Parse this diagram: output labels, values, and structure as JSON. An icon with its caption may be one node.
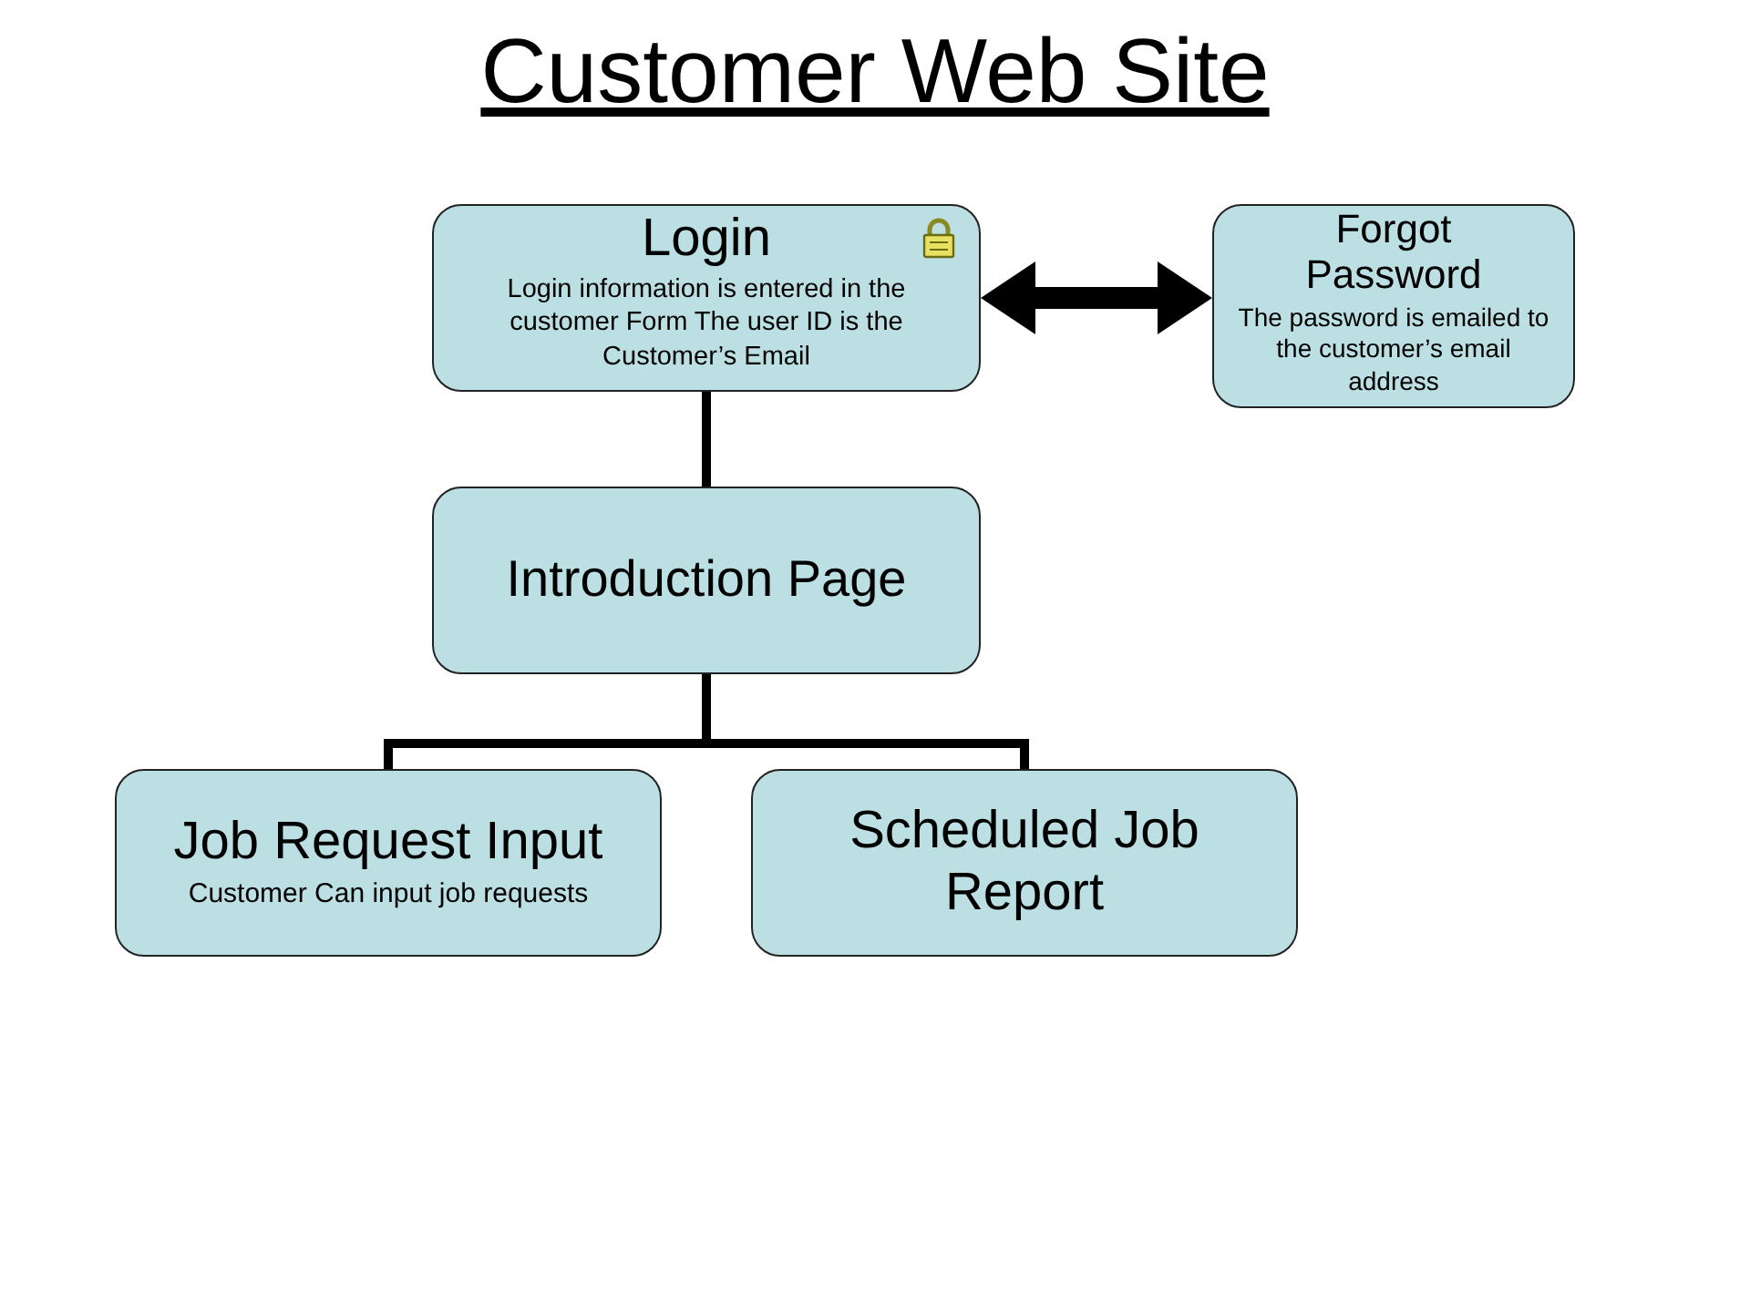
{
  "diagram": {
    "title": "Customer Web Site",
    "nodes": [
      {
        "text": [
          "Login",
          "Login information is entered in the customer Form The user ID is the Customer’s Email"
        ]
      },
      {
        "text": [
          "Forgot Password",
          "The password is emailed to the customer’s email address"
        ]
      },
      {
        "text": [
          "Introduction Page"
        ]
      },
      {
        "text": [
          "Job Request Input",
          "Customer Can input job requests"
        ]
      },
      {
        "text": [
          "Scheduled Job Report"
        ]
      }
    ],
    "edges": [
      {
        "from": 0,
        "to": 1,
        "arrow": "both",
        "style": "thick"
      },
      {
        "from": 0,
        "to": 2,
        "arrow": "none"
      },
      {
        "from": 2,
        "to": 3,
        "arrow": "none"
      },
      {
        "from": 2,
        "to": 4,
        "arrow": "none"
      }
    ]
  }
}
